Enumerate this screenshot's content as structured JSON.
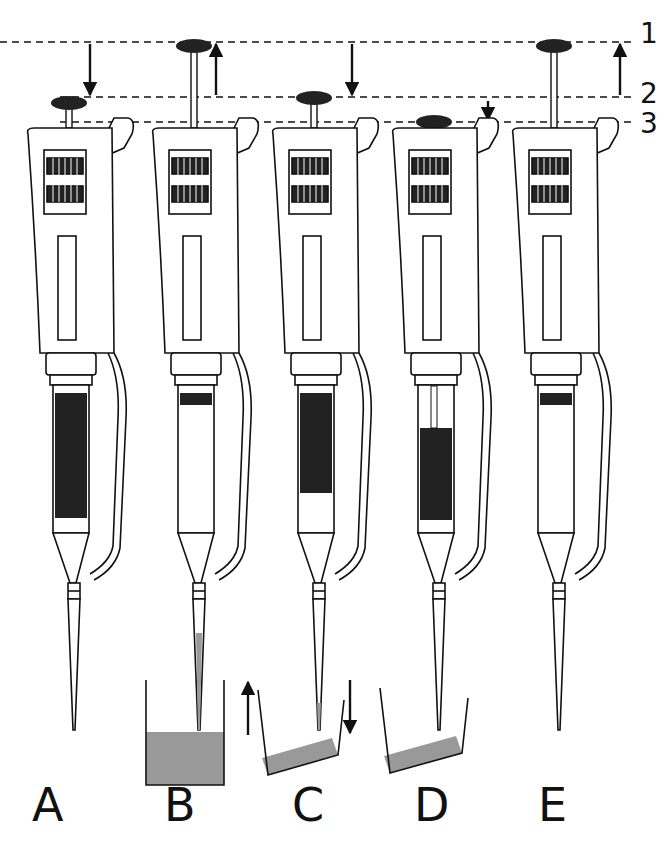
{
  "diagram": {
    "labels": [
      "1",
      "2",
      "3",
      "A",
      "B",
      "C",
      "D",
      "E"
    ]
  }
}
